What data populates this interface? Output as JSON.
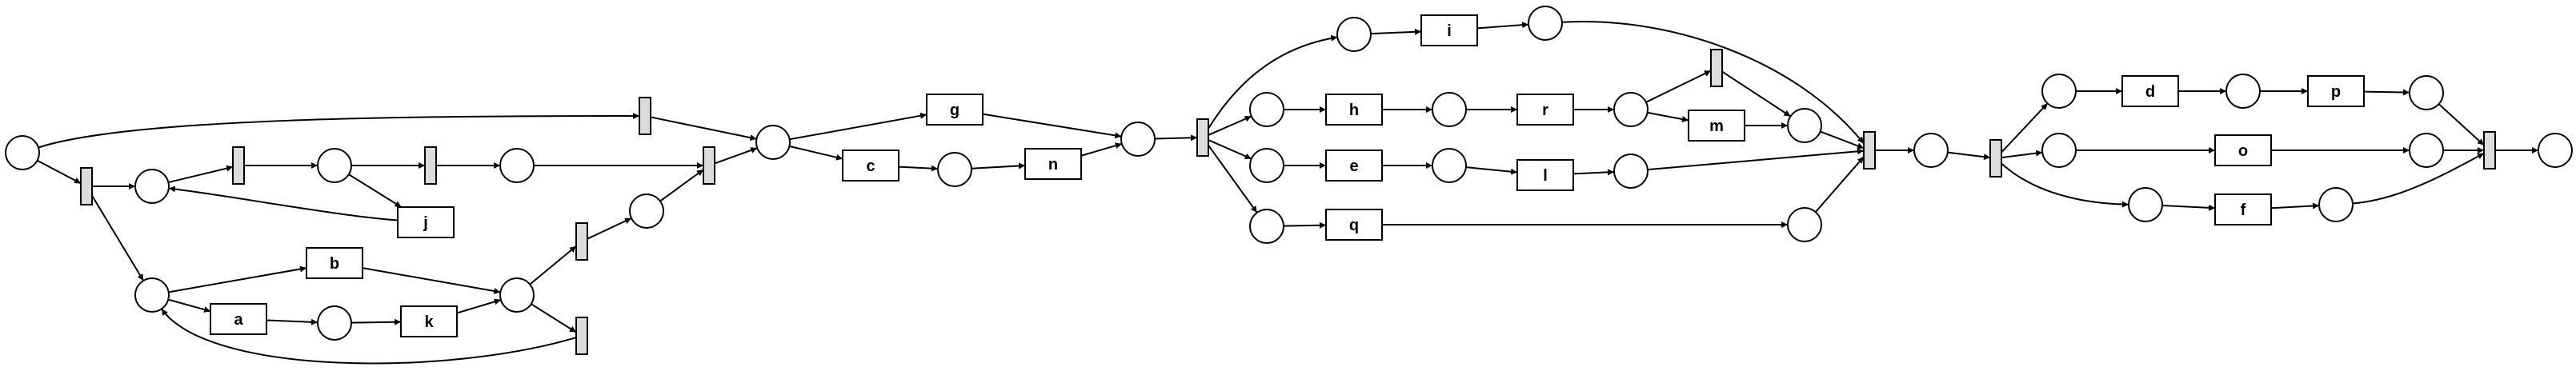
{
  "diagram": {
    "type": "petri-net",
    "places": [
      "p0",
      "p1",
      "p2",
      "p3",
      "p4",
      "p5",
      "p6",
      "p7",
      "p8",
      "p9",
      "p10",
      "p11",
      "p12",
      "p13",
      "p14",
      "p15",
      "p16",
      "p17",
      "p18",
      "p19",
      "p20",
      "p21",
      "p22",
      "p23",
      "p24",
      "p25",
      "p26",
      "p27",
      "p28",
      "p29",
      "p30",
      "p31",
      "p32",
      "p33",
      "p34"
    ],
    "tasks": [
      {
        "id": "j",
        "label": "j"
      },
      {
        "id": "b",
        "label": "b"
      },
      {
        "id": "a",
        "label": "a"
      },
      {
        "id": "k",
        "label": "k"
      },
      {
        "id": "g",
        "label": "g"
      },
      {
        "id": "c",
        "label": "c"
      },
      {
        "id": "n",
        "label": "n"
      },
      {
        "id": "i",
        "label": "i"
      },
      {
        "id": "h",
        "label": "h"
      },
      {
        "id": "r",
        "label": "r"
      },
      {
        "id": "m",
        "label": "m"
      },
      {
        "id": "e",
        "label": "e"
      },
      {
        "id": "l",
        "label": "l"
      },
      {
        "id": "q",
        "label": "q"
      },
      {
        "id": "d",
        "label": "d"
      },
      {
        "id": "p",
        "label": "p"
      },
      {
        "id": "o",
        "label": "o"
      },
      {
        "id": "f",
        "label": "f"
      }
    ],
    "silent_transitions": [
      "t1",
      "t2",
      "t3",
      "t4",
      "t5",
      "t6",
      "t7",
      "t8",
      "t9",
      "t10",
      "t11",
      "t12",
      "t13",
      "t14"
    ],
    "edges": [
      [
        "p0",
        "t1"
      ],
      [
        "p0",
        "t4"
      ],
      [
        "t1",
        "p1"
      ],
      [
        "t1",
        "p4"
      ],
      [
        "p1",
        "t2"
      ],
      [
        "t2",
        "p2"
      ],
      [
        "p2",
        "t3"
      ],
      [
        "p2",
        "j"
      ],
      [
        "j",
        "p1"
      ],
      [
        "t3",
        "p3"
      ],
      [
        "p3",
        "t6"
      ],
      [
        "p4",
        "b"
      ],
      [
        "p4",
        "a"
      ],
      [
        "b",
        "p6"
      ],
      [
        "a",
        "p5"
      ],
      [
        "p5",
        "k"
      ],
      [
        "k",
        "p6"
      ],
      [
        "p6",
        "t5"
      ],
      [
        "p6",
        "t7"
      ],
      [
        "t7",
        "p4"
      ],
      [
        "t5",
        "p7"
      ],
      [
        "p7",
        "t6"
      ],
      [
        "t4",
        "p8"
      ],
      [
        "t6",
        "p8"
      ],
      [
        "p8",
        "g"
      ],
      [
        "p8",
        "c"
      ],
      [
        "g",
        "p10"
      ],
      [
        "c",
        "p9"
      ],
      [
        "p9",
        "n"
      ],
      [
        "n",
        "p10"
      ],
      [
        "p10",
        "t8"
      ],
      [
        "t8",
        "p11"
      ],
      [
        "t8",
        "p13"
      ],
      [
        "t8",
        "p17"
      ],
      [
        "t8",
        "p21"
      ],
      [
        "p11",
        "i"
      ],
      [
        "i",
        "p12"
      ],
      [
        "p12",
        "t10"
      ],
      [
        "p13",
        "h"
      ],
      [
        "h",
        "p14"
      ],
      [
        "p14",
        "r"
      ],
      [
        "r",
        "p15"
      ],
      [
        "p15",
        "t9"
      ],
      [
        "p15",
        "m"
      ],
      [
        "t9",
        "p16"
      ],
      [
        "m",
        "p16"
      ],
      [
        "p16",
        "t10"
      ],
      [
        "p17",
        "e"
      ],
      [
        "e",
        "p18"
      ],
      [
        "p18",
        "l"
      ],
      [
        "l",
        "p19"
      ],
      [
        "p19",
        "t10"
      ],
      [
        "p21",
        "q"
      ],
      [
        "q",
        "p20"
      ],
      [
        "p20",
        "t10"
      ],
      [
        "t10",
        "p22"
      ],
      [
        "p22",
        "t11"
      ],
      [
        "t11",
        "p23"
      ],
      [
        "t11",
        "p27"
      ],
      [
        "t11",
        "p29"
      ],
      [
        "p23",
        "d"
      ],
      [
        "d",
        "p24"
      ],
      [
        "p24",
        "p"
      ],
      [
        "p",
        "p25"
      ],
      [
        "p25",
        "t12"
      ],
      [
        "p27",
        "o"
      ],
      [
        "o",
        "p28"
      ],
      [
        "p28",
        "t12"
      ],
      [
        "p29",
        "f"
      ],
      [
        "f",
        "p30"
      ],
      [
        "p30",
        "t12"
      ],
      [
        "t12",
        "p26"
      ]
    ]
  }
}
